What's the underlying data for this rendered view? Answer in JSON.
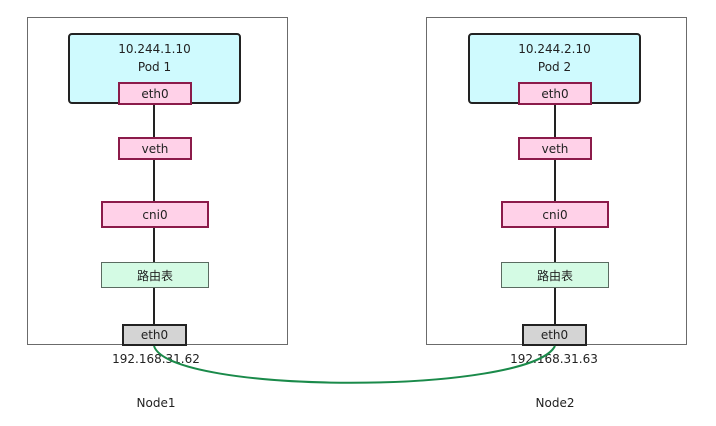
{
  "nodes": [
    {
      "pod_ip": "10.244.1.10",
      "pod_name": "Pod 1",
      "pod_eth": "eth0",
      "veth": "veth",
      "bridge": "cni0",
      "route_table": "路由表",
      "host_eth": "eth0",
      "host_ip": "192.168.31.62",
      "node_name": "Node1"
    },
    {
      "pod_ip": "10.244.2.10",
      "pod_name": "Pod 2",
      "pod_eth": "eth0",
      "veth": "veth",
      "bridge": "cni0",
      "route_table": "路由表",
      "host_eth": "eth0",
      "host_ip": "192.168.31.63",
      "node_name": "Node2"
    }
  ],
  "colors": {
    "pod_fill": "#cffafe",
    "interface_fill": "#ffd1e8",
    "route_fill": "#d4fbe4",
    "host_eth_fill": "#d4d4d4",
    "link_stroke": "#1a8a4a"
  }
}
